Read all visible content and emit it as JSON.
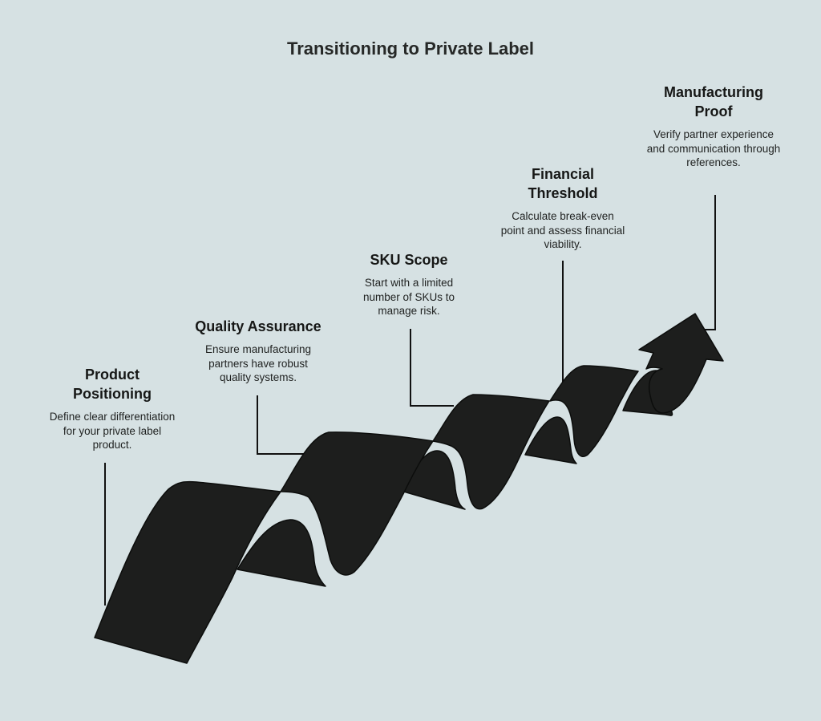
{
  "title": "Transitioning to Private Label",
  "colors": {
    "background": "#d6e1e3",
    "ribbon": "#1d1e1d",
    "text": "#1d1e1d"
  },
  "steps": [
    {
      "title": "Product Positioning",
      "title_line1": "Product",
      "title_line2": "Positioning",
      "description": "Define clear differentiation for your private label product."
    },
    {
      "title": "Quality Assurance",
      "description": "Ensure manufacturing partners have robust quality systems."
    },
    {
      "title": "SKU Scope",
      "description": "Start with a limited number of SKUs to manage risk."
    },
    {
      "title": "Financial Threshold",
      "title_line1": "Financial",
      "title_line2": "Threshold",
      "description": "Calculate break-even point and assess financial viability."
    },
    {
      "title": "Manufacturing Proof",
      "title_line1": "Manufacturing",
      "title_line2": "Proof",
      "description": "Verify partner experience and communication through references."
    }
  ],
  "icons": {
    "progress_arrow": "rising-ribbon-arrow-icon"
  }
}
